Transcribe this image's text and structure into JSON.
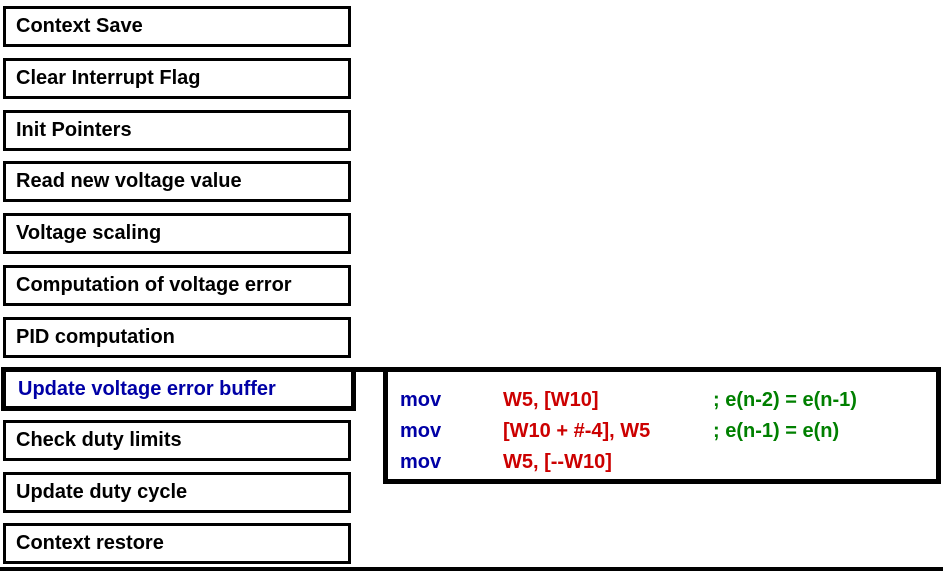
{
  "flowchart": {
    "steps": [
      {
        "label": "Context Save",
        "highlighted": false
      },
      {
        "label": "Clear Interrupt Flag",
        "highlighted": false
      },
      {
        "label": "Init Pointers",
        "highlighted": false
      },
      {
        "label": "Read new voltage value",
        "highlighted": false
      },
      {
        "label": "Voltage scaling",
        "highlighted": false
      },
      {
        "label": "Computation of voltage error",
        "highlighted": false
      },
      {
        "label": "PID computation",
        "highlighted": false
      },
      {
        "label": "Update voltage error buffer",
        "highlighted": true
      },
      {
        "label": "Check duty limits",
        "highlighted": false
      },
      {
        "label": "Update duty cycle",
        "highlighted": false
      },
      {
        "label": "Context restore",
        "highlighted": false
      }
    ],
    "highlighted_step": "Update voltage error buffer"
  },
  "code_panel": {
    "lines": [
      {
        "mnemonic": "mov",
        "operands": "W5, [W10]",
        "comment": "; e(n-2) = e(n-1)"
      },
      {
        "mnemonic": "mov",
        "operands": "[W10 + #-4], W5",
        "comment": "; e(n-1) = e(n)"
      },
      {
        "mnemonic": "mov",
        "operands": "W5, [--W10]",
        "comment": ""
      }
    ]
  },
  "colors": {
    "border": "#000000",
    "highlight_text": "#0000a6",
    "mnemonic": "#0000a6",
    "operand": "#cc0000",
    "comment": "#008000"
  }
}
